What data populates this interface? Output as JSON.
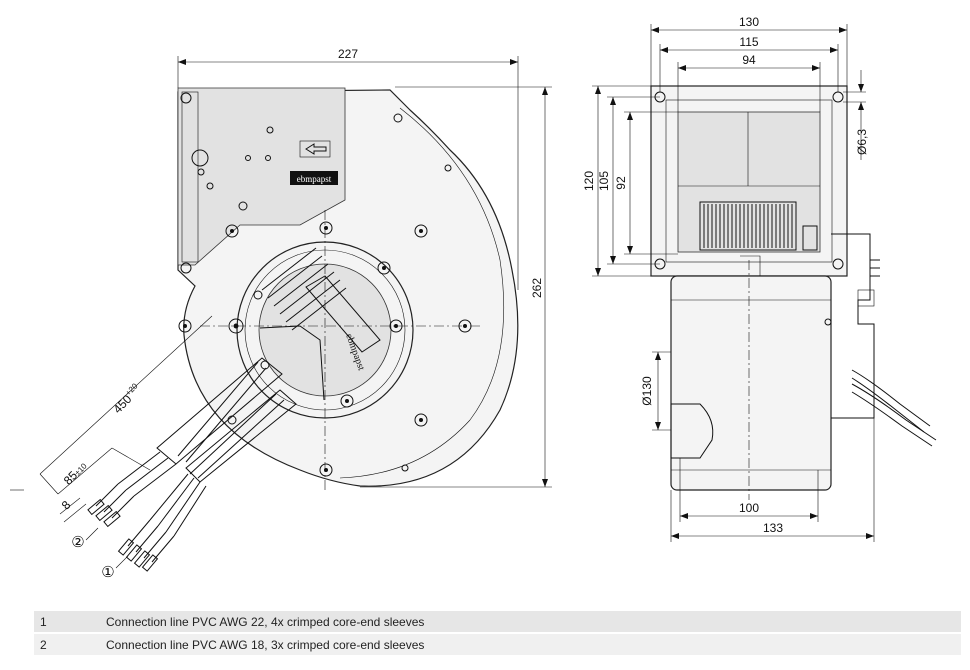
{
  "front_view": {
    "dim_width": "227",
    "dim_height": "262",
    "dim_cable_length": "450",
    "dim_cable_length_tol": "+20",
    "dim_strip_length": "85",
    "dim_strip_length_tol": "±10",
    "dim_end": "8",
    "marker_1": "①",
    "marker_2": "②",
    "logo_text": "ebmpapst",
    "logo_text_motor": "ebmpapst"
  },
  "side_view": {
    "dim_130": "130",
    "dim_115": "115",
    "dim_94": "94",
    "dim_120": "120",
    "dim_105": "105",
    "dim_92": "92",
    "dim_hole": "Ø6,3",
    "dim_dia_130": "Ø130",
    "dim_100": "100",
    "dim_133": "133"
  },
  "legend": [
    {
      "num": "1",
      "text": "Connection line PVC AWG 22, 4x crimped core-end sleeves"
    },
    {
      "num": "2",
      "text": "Connection line PVC AWG 18, 3x crimped core-end sleeves"
    }
  ]
}
